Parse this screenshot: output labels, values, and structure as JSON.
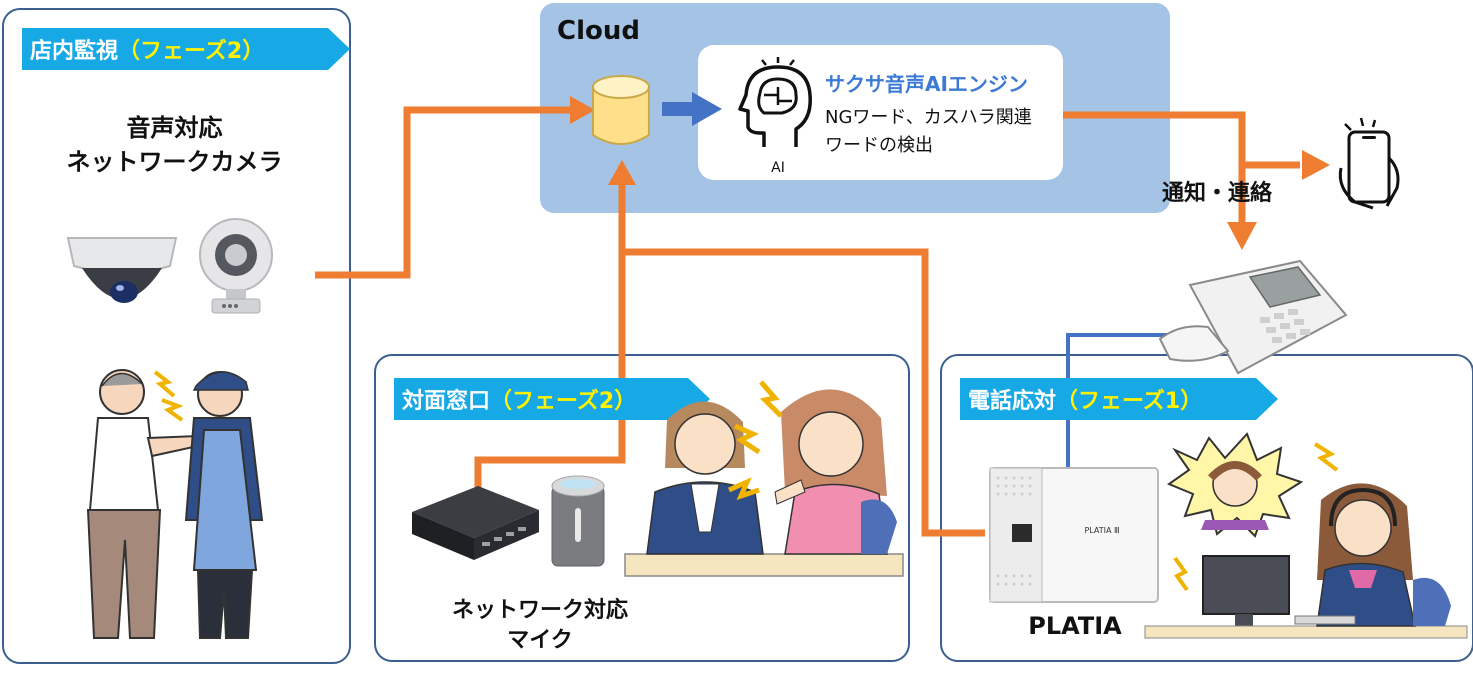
{
  "store": {
    "banner_main": "店内監視",
    "banner_phase": "（フェーズ2）",
    "camera_line1": "音声対応",
    "camera_line2": "ネットワークカメラ"
  },
  "cloud": {
    "title": "Cloud",
    "engine_title": "サクサ音声AIエンジン",
    "engine_desc_line1": "NGワード、カスハラ関連",
    "engine_desc_line2": "ワードの検出",
    "ai_label": "AI"
  },
  "notify": {
    "label": "通知・連絡"
  },
  "counter": {
    "banner_main": "対面窓口",
    "banner_phase": "（フェーズ2）",
    "mic_line1": "ネットワーク対応",
    "mic_line2": "マイク"
  },
  "phone": {
    "banner_main": "電話応対",
    "banner_phase": "（フェーズ1）",
    "device_label": "PLATIA",
    "device_print": "PLATIA Ⅲ"
  },
  "colors": {
    "panel_border": "#3b5f8f",
    "banner": "#17a9e6",
    "cloud_bg": "#a4c3e5",
    "flow_orange": "#ee7d31",
    "flow_blue": "#4472c4",
    "phase_highlight": "#fff200",
    "engine_title": "#3d7ad6"
  }
}
